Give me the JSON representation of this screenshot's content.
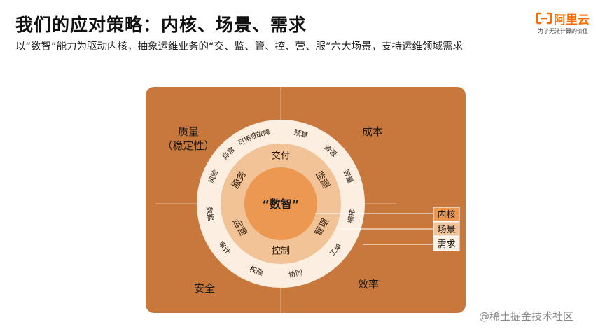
{
  "slide": {
    "title": "我们的应对策略：内核、场景、需求",
    "subtitle": "以“数智”能力为驱动内核，抽象运维业务的“交、监、管、控、营、服”六大场景，支持运维领域需求"
  },
  "logo": {
    "name": "阿里云",
    "slogan": "为了无法计算的价值",
    "color": "#ff6a00"
  },
  "diagram": {
    "quadrants": {
      "top_left_line1": "质量",
      "top_left_line2": "（稳定性）",
      "top_right": "成本",
      "bottom_left": "安全",
      "bottom_right": "效率"
    },
    "core": "“数智”",
    "middle_ring": [
      "交付",
      "监测",
      "管理",
      "控制",
      "运营",
      "服务"
    ],
    "outer_ring": [
      "故障",
      "预算",
      "资源",
      "容量",
      "编排",
      "工单",
      "协同",
      "权限",
      "审计",
      "数据",
      "风险",
      "异常",
      "可用性"
    ],
    "legend": [
      "内核",
      "场景",
      "需求"
    ],
    "colors": {
      "panel": "#c8783c",
      "outer_ring": "#fcefe2",
      "middle_ring": "#f2c397",
      "core": "#ec9850"
    }
  },
  "footer": {
    "watermark": "@稀土掘金技术社区"
  }
}
